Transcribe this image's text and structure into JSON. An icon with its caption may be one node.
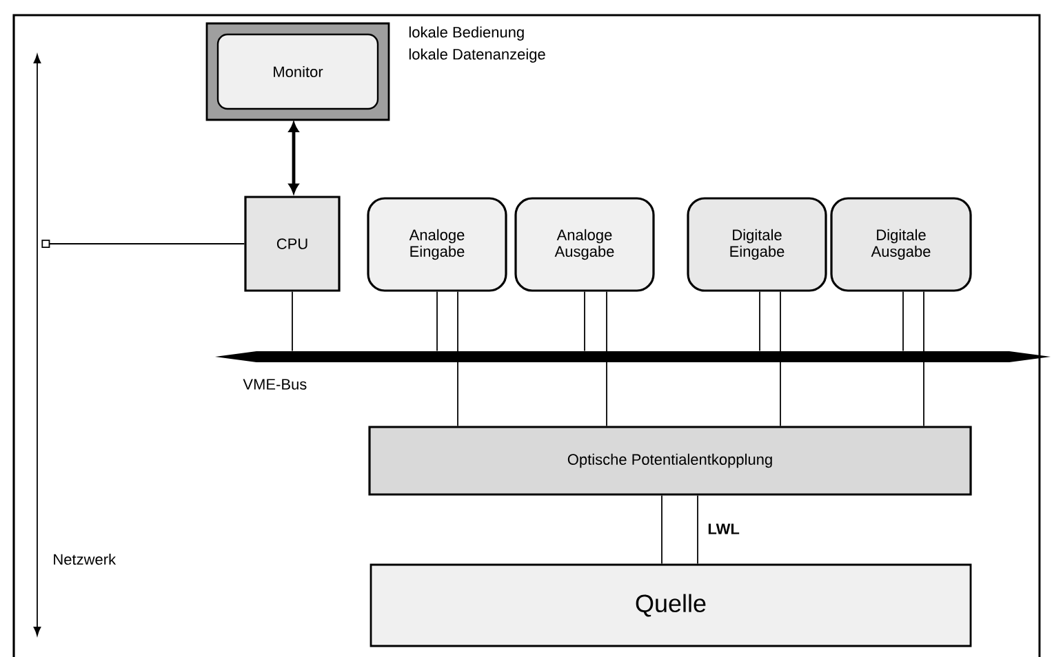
{
  "diagram": {
    "nodes": [
      {
        "text": [
          "Monitor"
        ],
        "beside": [
          "lokale Bedienung",
          "lokale Datenanzeige"
        ]
      },
      {
        "text": [
          "CPU"
        ]
      },
      {
        "text": [
          "Analoge Eingabe"
        ]
      },
      {
        "text": [
          "Analoge Ausgabe"
        ]
      },
      {
        "text": [
          "Digitale Eingabe"
        ]
      },
      {
        "text": [
          "Digitale Ausgabe"
        ]
      },
      {
        "text": [
          "VME-Bus"
        ]
      },
      {
        "text": [
          "Optische Potentialentkopplung"
        ]
      },
      {
        "text": [
          "Quelle"
        ]
      },
      {
        "text": [
          "Netzwerk"
        ]
      }
    ],
    "edges": [
      {
        "from": 0,
        "to": 1,
        "arrow": "both",
        "style": "thick"
      },
      {
        "from": 1,
        "to": 9,
        "arrow": "other"
      },
      {
        "from": 1,
        "to": 6,
        "arrow": "none"
      },
      {
        "from": 2,
        "to": 6,
        "arrow": "none"
      },
      {
        "from": 2,
        "to": 7,
        "arrow": "none"
      },
      {
        "from": 3,
        "to": 6,
        "arrow": "none"
      },
      {
        "from": 3,
        "to": 7,
        "arrow": "none"
      },
      {
        "from": 4,
        "to": 6,
        "arrow": "none"
      },
      {
        "from": 4,
        "to": 7,
        "arrow": "none"
      },
      {
        "from": 5,
        "to": 6,
        "arrow": "none"
      },
      {
        "from": 5,
        "to": 7,
        "arrow": "none"
      },
      {
        "from": 7,
        "to": 8,
        "arrow": "none"
      },
      {
        "from": 7,
        "to": 8,
        "arrow": "none",
        "label": "LWL"
      }
    ]
  }
}
